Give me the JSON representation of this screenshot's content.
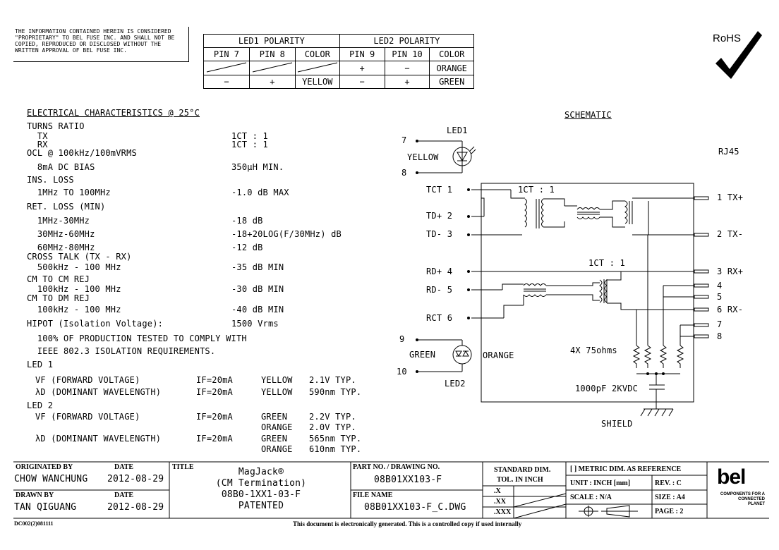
{
  "notice": [
    "THE INFORMATION CONTAINED HEREIN IS CONSIDERED",
    "\"PROPRIETARY\" TO BEL FUSE INC. AND SHALL NOT BE",
    "COPIED, REPRODUCED OR DISCLOSED WITHOUT THE",
    "WRITTEN APPROVAL OF BEL FUSE INC."
  ],
  "polarity": {
    "led1_title": "LED1 POLARITY",
    "led2_title": "LED2 POLARITY",
    "headers": [
      "PIN 7",
      "PIN 8",
      "COLOR",
      "PIN 9",
      "PIN 10",
      "COLOR"
    ],
    "row1": [
      "",
      "",
      "",
      "+",
      "−",
      "ORANGE"
    ],
    "row2": [
      "−",
      "+",
      "YELLOW",
      "−",
      "+",
      "GREEN"
    ]
  },
  "rohs": "RoHS",
  "electrical": {
    "title": "ELECTRICAL CHARACTERISTICS @ 25°C",
    "lines": [
      {
        "label": "TURNS RATIO",
        "value": ""
      },
      {
        "label": "  TX",
        "value": "1CT : 1"
      },
      {
        "label": "  RX",
        "value": "1CT : 1"
      },
      {
        "label": "OCL @ 100kHz/100mVRMS",
        "value": ""
      },
      {
        "label": "  8mA DC BIAS",
        "value": "350μH MIN."
      },
      {
        "label": "INS. LOSS",
        "value": ""
      },
      {
        "label": "  1MHz TO 100MHz",
        "value": "-1.0 dB MAX"
      },
      {
        "label": "RET. LOSS (MIN)",
        "value": ""
      },
      {
        "label": "  1MHz-30MHz",
        "value": "-18 dB"
      },
      {
        "label": "  30MHz-60MHz",
        "value": "-18+20LOG(F/30MHz) dB"
      },
      {
        "label": "  60MHz-80MHz",
        "value": "-12 dB"
      },
      {
        "label": "CROSS TALK (TX - RX)",
        "value": ""
      },
      {
        "label": "  500kHz - 100 MHz",
        "value": "-35 dB MIN"
      },
      {
        "label": "CM TO CM REJ",
        "value": ""
      },
      {
        "label": "  100kHz - 100 MHz",
        "value": "-30 dB MIN"
      },
      {
        "label": "CM TO DM REJ",
        "value": ""
      },
      {
        "label": "  100kHz - 100 MHz",
        "value": "-40 dB MIN"
      },
      {
        "label": "HIPOT (Isolation Voltage):",
        "value": "1500 Vrms"
      },
      {
        "label": "  100% OF PRODUCTION TESTED TO COMPLY WITH",
        "value": ""
      },
      {
        "label": "  IEEE 802.3 ISOLATION REQUIREMENTS.",
        "value": ""
      }
    ],
    "led1": {
      "title": "LED 1",
      "rows": [
        {
          "param": "VF (FORWARD VOLTAGE)",
          "cond": "IF=20mA",
          "color": "YELLOW",
          "value": "2.1V TYP."
        },
        {
          "param": "λD (DOMINANT WAVELENGTH)",
          "cond": "IF=20mA",
          "color": "YELLOW",
          "value": "590nm TYP."
        }
      ]
    },
    "led2": {
      "title": "LED 2",
      "rows": [
        {
          "param": "VF (FORWARD VOLTAGE)",
          "cond": "IF=20mA",
          "color": "GREEN",
          "value": "2.2V TYP."
        },
        {
          "param": "",
          "cond": "",
          "color": "ORANGE",
          "value": "2.0V TYP."
        },
        {
          "param": "λD (DOMINANT WAVELENGTH)",
          "cond": "IF=20mA",
          "color": "GREEN",
          "value": "565nm TYP."
        },
        {
          "param": "",
          "cond": "",
          "color": "ORANGE",
          "value": "610nm TYP."
        }
      ]
    }
  },
  "schematic": {
    "title": "SCHEMATIC",
    "rj45": "RJ45",
    "led1": "LED1",
    "led2": "LED2",
    "yellow": "YELLOW",
    "green": "GREEN",
    "orange": "ORANGE",
    "pin7": "7",
    "pin8": "8",
    "pin9": "9",
    "pin10": "10",
    "left_pins": [
      "TCT 1",
      "TD+ 2",
      "TD- 3",
      "RD+ 4",
      "RD- 5",
      "RCT 6"
    ],
    "right_pins": [
      "1  TX+",
      "2  TX-",
      "3  RX+",
      "4",
      "5",
      "6  RX-",
      "7",
      "8"
    ],
    "tx_ratio": "1CT : 1",
    "rx_ratio": "1CT : 1",
    "resistors": "4X 75ohms",
    "cap": "1000pF 2KVDC",
    "shield": "SHIELD"
  },
  "title_block": {
    "originated_by_label": "ORIGINATED BY",
    "originated_by": "CHOW WANCHUNG",
    "date_label": "DATE",
    "date1": "2012-08-29",
    "drawn_by_label": "DRAWN BY",
    "drawn_by": "TAN QIGUANG",
    "date2": "2012-08-29",
    "title_label": "TITLE",
    "title_lines": [
      "MagJack®",
      "(CM Termination)",
      "08B0-1XX1-03-F",
      "PATENTED"
    ],
    "part_label": "PART NO. / DRAWING NO.",
    "part_no": "08B01XX103-F",
    "file_label": "FILE NAME",
    "file_name": "08B01XX103-F_C.DWG",
    "std_dim": "STANDARD DIM.",
    "tol": "TOL. IN INCH",
    "tol_rows": [
      ".X",
      ".XX",
      ".XXX"
    ],
    "metric": "[ ] METRIC DIM. AS REFERENCE",
    "unit": "UNIT : INCH [mm]",
    "rev": "REV. :   C",
    "scale": "SCALE :    N/A",
    "size": "SIZE :  A4",
    "page": "PAGE :  2",
    "logo": "bel",
    "tagline": [
      "COMPONENTS FOR A",
      "CONNECTED",
      "PLANET"
    ],
    "doc_code": "DC002(2)081111",
    "footer": "This document is electronically generated. This is a controlled copy if used internally"
  }
}
